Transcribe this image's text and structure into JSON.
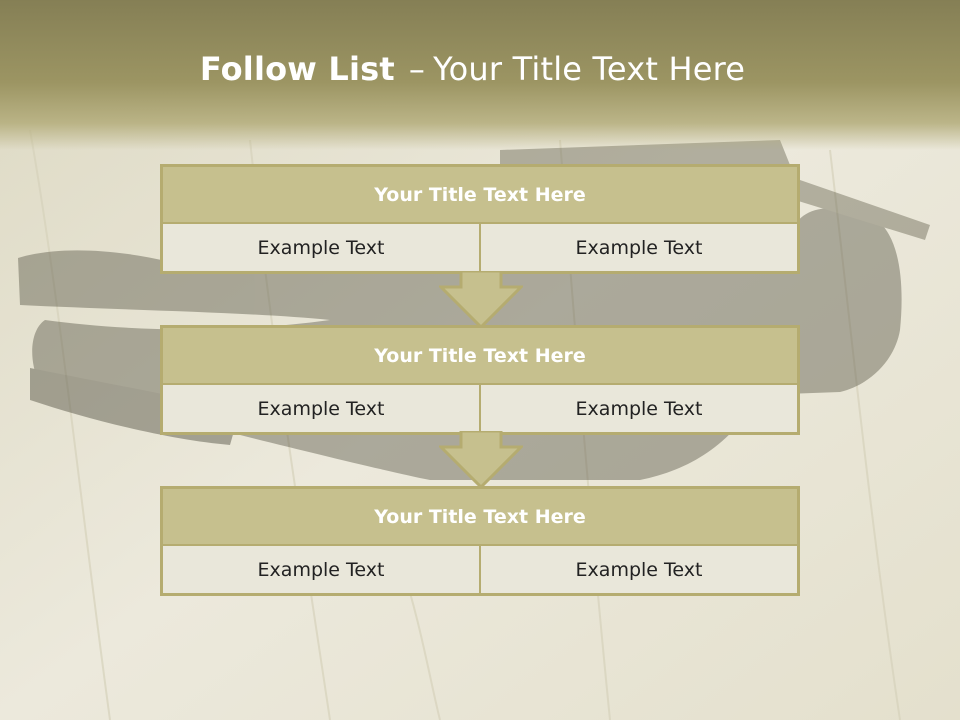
{
  "title": {
    "bold": "Follow List",
    "separator": "–",
    "rest": "Your Title Text Here"
  },
  "steps": [
    {
      "title": "Your Title Text Here",
      "left": "Example Text",
      "right": "Example Text"
    },
    {
      "title": "Your Title Text Here",
      "left": "Example Text",
      "right": "Example Text"
    },
    {
      "title": "Your Title Text Here",
      "left": "Example Text",
      "right": "Example Text"
    }
  ],
  "colors": {
    "header_band": "#9c9563",
    "box_header": "#c6c08e",
    "box_border": "#b5ac70",
    "box_cell": "#e9e7da",
    "arrow_fill": "#c6c08e"
  },
  "background_image": "faded photo of a claw hammer and nails on a wooden table"
}
